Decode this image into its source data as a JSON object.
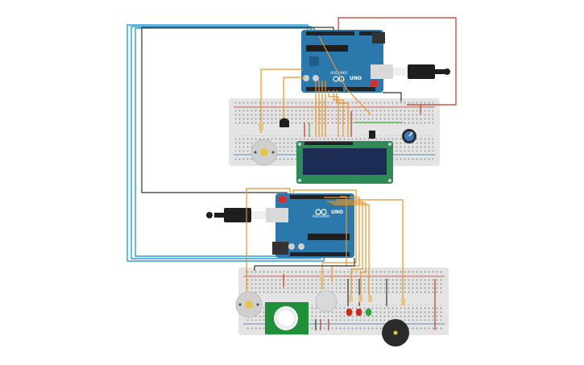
{
  "colors": {
    "background": "#ffffff",
    "breadboard": "#e4e4e4",
    "breadboard_hole": "#9a9a9a",
    "rail_red": "#c0392b",
    "rail_blue": "#2c6fb0",
    "arduino_board": "#2b78ad",
    "arduino_dark": "#1f5d88",
    "header_black": "#222222",
    "wire_blue": "#2a9fd6",
    "wire_black": "#333333",
    "wire_orange": "#e6952a",
    "wire_red": "#c0392b",
    "wire_green": "#44aa44",
    "lcd_pcb": "#2e8b57",
    "lcd_screen": "#1c2c55",
    "pir_pcb": "#1f8f3a",
    "led_red": "#cc2a1f",
    "led_green": "#2aa43a",
    "buzzer": "#2b2b2b",
    "motor_body": "#cfcfcf",
    "motor_hub": "#e5c64a",
    "usb_metal": "#d9d9d9",
    "usb_plug": "#1e1e1e"
  },
  "components": {
    "arduino_top": {
      "brand_label": "ARDUINO",
      "model_label": "UNO",
      "icon": "infinity-logo-icon"
    },
    "arduino_bottom": {
      "brand_label": "ARDUINO",
      "model_label": "UNO",
      "icon": "infinity-logo-icon"
    },
    "lcd": {
      "icon": "lcd-16x2-icon"
    },
    "potentiometer": {
      "icon": "potentiometer-icon"
    },
    "motor_top": {
      "icon": "dc-motor-icon"
    },
    "motor_bottom": {
      "icon": "dc-motor-icon"
    },
    "pir_sensor": {
      "icon": "pir-sensor-icon"
    },
    "buzzer": {
      "icon": "piezo-buzzer-icon"
    },
    "leds": [
      "red",
      "red",
      "green"
    ]
  }
}
